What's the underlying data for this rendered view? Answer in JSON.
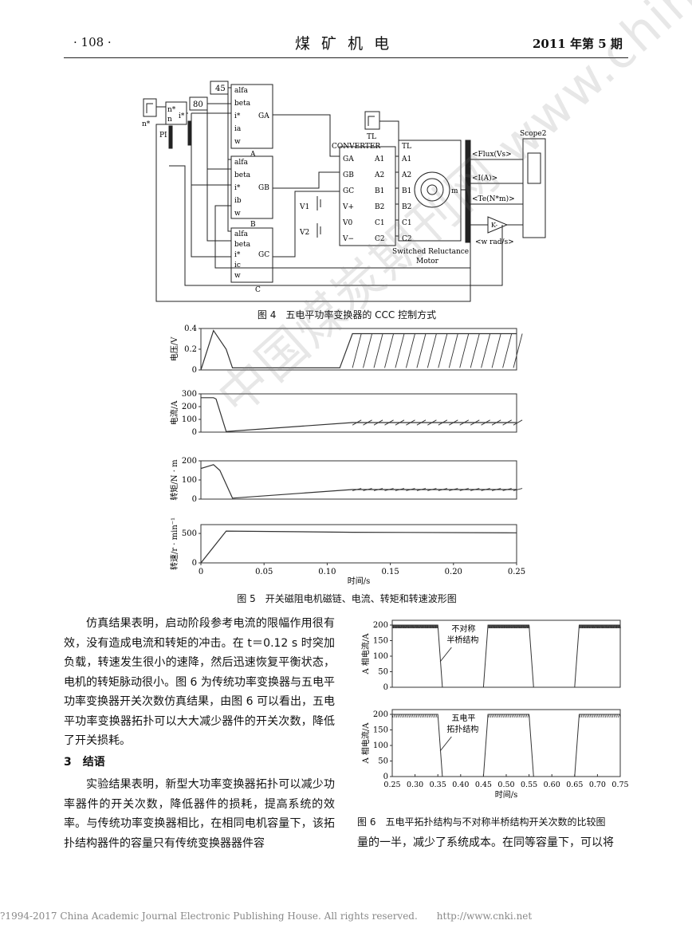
{
  "header": {
    "page": "· 108 ·",
    "journal": "煤 矿 机 电",
    "issue": "2011 年第 5 期"
  },
  "fig4": {
    "caption": "图 4　五电平功率变换器的 CCC 控制方式",
    "const45": "45",
    "const80": "80",
    "nstar_box": "n*",
    "n_label": "n",
    "istar": "i*",
    "nstar_out": "n*",
    "pi": "PI",
    "ga_ports": [
      "alfa",
      "beta",
      "i*",
      "ia",
      "w"
    ],
    "ga_name": "GA",
    "ga_block": "A",
    "gb_ports": [
      "alfa",
      "beta",
      "i*",
      "ib",
      "w"
    ],
    "gb_name": "GB",
    "gb_block": "B",
    "gc_ports": [
      "alfa",
      "beta",
      "i*",
      "ic",
      "w"
    ],
    "gc_name": "GC",
    "gc_block": "C",
    "tl": "TL",
    "converter_title": "CONVERTER",
    "conv_left": [
      "GA",
      "GB",
      "GC",
      "V+",
      "V0",
      "V−"
    ],
    "conv_right": [
      "A1",
      "A2",
      "B1",
      "B2",
      "C1",
      "C2"
    ],
    "v1": "V1",
    "v2": "V2",
    "motor_in": [
      "TL",
      "A1",
      "A2",
      "B1",
      "B2",
      "C1",
      "C2"
    ],
    "motor_m": "m",
    "motor_name1": "Switched Reluctance",
    "motor_name2": "Motor",
    "bus_out": [
      "<Flux(Vs>",
      "<I(A)>",
      "<Te(N*m)>",
      "<w rad/s>"
    ],
    "gain": "K-",
    "scope": "Scope2"
  },
  "fig5": {
    "caption": "图 5　开关磁阻电机磁链、电流、转矩和转速波形图",
    "xlabel": "时间/s",
    "xticks": [
      "0",
      "0.05",
      "0.10",
      "0.15",
      "0.20",
      "0.25"
    ],
    "panels": [
      {
        "ylabel": "电压/V",
        "yticks": [
          "0.4",
          "0.2",
          "0"
        ]
      },
      {
        "ylabel": "电流/A",
        "yticks": [
          "300",
          "200",
          "100",
          "0"
        ]
      },
      {
        "ylabel": "转矩/N · m",
        "yticks": [
          "200",
          "100",
          "0"
        ]
      },
      {
        "ylabel": "转速/r · min⁻¹",
        "yticks": [
          "500",
          "0"
        ]
      }
    ]
  },
  "chart_data": [
    {
      "type": "line",
      "ylabel": "电压/V",
      "xlabel": "时间/s",
      "xlim": [
        0,
        0.25
      ],
      "ylim": [
        0,
        0.4
      ],
      "series": [
        {
          "x": [
            0,
            0.01,
            0.02,
            0.025,
            0.11,
            0.12,
            0.25
          ],
          "values": [
            0,
            0.38,
            0.2,
            0.02,
            0.02,
            0.35,
            0.35
          ]
        }
      ]
    },
    {
      "type": "line",
      "ylabel": "电流/A",
      "xlabel": "时间/s",
      "xlim": [
        0,
        0.25
      ],
      "ylim": [
        0,
        300
      ],
      "series": [
        {
          "x": [
            0,
            0.01,
            0.012,
            0.02,
            0.12,
            0.25
          ],
          "values": [
            270,
            270,
            260,
            5,
            75,
            75
          ]
        }
      ]
    },
    {
      "type": "line",
      "ylabel": "转矩/N · m",
      "xlabel": "时间/s",
      "xlim": [
        0,
        0.25
      ],
      "ylim": [
        0,
        200
      ],
      "series": [
        {
          "x": [
            0,
            0.01,
            0.015,
            0.025,
            0.12,
            0.25
          ],
          "values": [
            160,
            180,
            150,
            5,
            50,
            50
          ]
        }
      ]
    },
    {
      "type": "line",
      "ylabel": "转速/r · min⁻¹",
      "xlabel": "时间/s",
      "xlim": [
        0,
        0.25
      ],
      "ylim": [
        0,
        650
      ],
      "series": [
        {
          "x": [
            0,
            0.02,
            0.12,
            0.25
          ],
          "values": [
            0,
            540,
            520,
            510
          ]
        }
      ]
    },
    {
      "type": "line",
      "ylabel": "A 相电流/A",
      "xlabel": "时间/s",
      "xlim": [
        0.25,
        0.75
      ],
      "ylim": [
        0,
        200
      ],
      "series": [
        {
          "name": "不对称半桥结构",
          "x": [
            0.25,
            0.35,
            0.36,
            0.45,
            0.46,
            0.55,
            0.56,
            0.65,
            0.66,
            0.75
          ],
          "values": [
            200,
            200,
            0,
            0,
            200,
            200,
            0,
            0,
            200,
            200
          ]
        }
      ]
    },
    {
      "type": "line",
      "ylabel": "A 相电流/A",
      "xlabel": "时间/s",
      "xlim": [
        0.25,
        0.75
      ],
      "ylim": [
        0,
        200
      ],
      "series": [
        {
          "name": "五电平拓扑结构",
          "x": [
            0.25,
            0.35,
            0.36,
            0.45,
            0.46,
            0.55,
            0.56,
            0.65,
            0.66,
            0.75
          ],
          "values": [
            200,
            200,
            0,
            0,
            200,
            200,
            0,
            0,
            200,
            200
          ]
        }
      ]
    }
  ],
  "fig6": {
    "caption": "图 6　五电平拓扑结构与不对称半桥结构开关次数的比较图",
    "ylabel": "A 相电流/A",
    "xlabel": "时间/s",
    "yticks": [
      "200",
      "150",
      "100",
      "50",
      "0"
    ],
    "xticks": [
      "0.25",
      "0.30",
      "0.35",
      "0.40",
      "0.45",
      "0.50",
      "0.55",
      "0.60",
      "0.65",
      "0.70",
      "0.75"
    ],
    "annot1a": "不对称",
    "annot1b": "半桥结构",
    "annot2a": "五电平",
    "annot2b": "拓扑结构"
  },
  "text": {
    "p1": "仿真结果表明，启动阶段参考电流的限幅作用很有效，没有造成电流和转矩的冲击。在 t＝0.12 s 时突加负载，转速发生很小的速降，然后迅速恢复平衡状态，电机的转矩脉动很小。图 6 为传统功率变换器与五电平功率变换器开关次数仿真结果，由图 6 可以看出，五电平功率变换器拓扑可以大大减少器件的开关次数，降低了开关损耗。",
    "sec3": "3　结语",
    "p2": "实验结果表明，新型大功率变换器拓扑可以减少功率器件的开关次数，降低器件的损耗，提高系统的效率。与传统功率变换器相比，在相同电机容量下，该拓扑结构器件的容量只有传统变换器器件容",
    "p3": "量的一半，减少了系统成本。在同等容量下，可以将"
  },
  "footer": "?1994-2017 China Academic Journal Electronic Publishing House. All rights reserved.　　http://www.cnki.net",
  "watermark": "中国煤炭期刊网 www.chinacaj.net"
}
